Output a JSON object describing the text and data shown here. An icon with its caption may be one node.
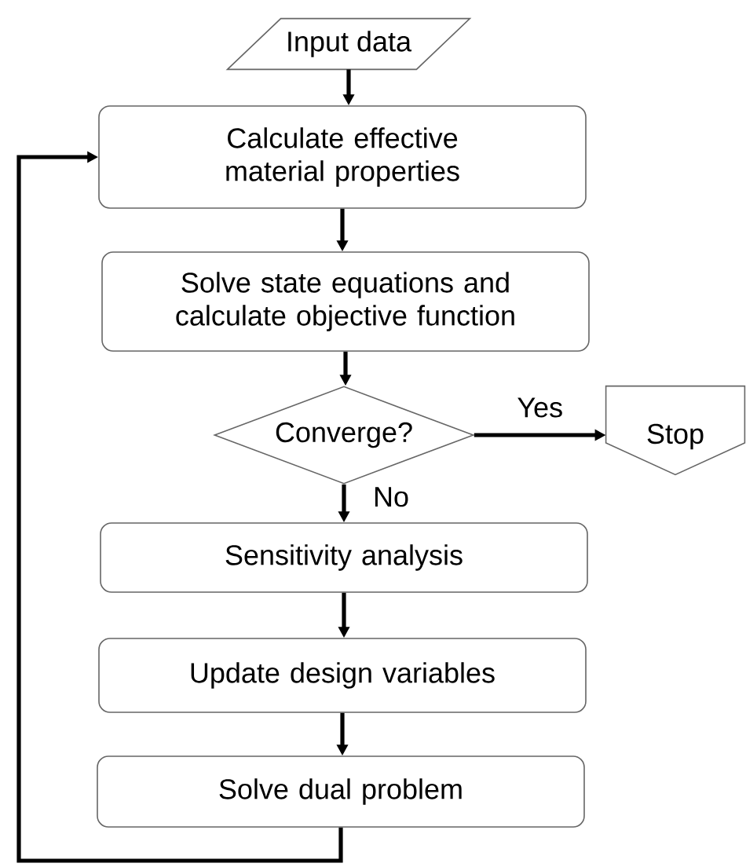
{
  "diagram": {
    "nodes": [
      {
        "text": [
          "Input data"
        ]
      },
      {
        "text": [
          "Calculate effective material properties"
        ]
      },
      {
        "text": [
          "Solve state equations and calculate objective function"
        ]
      },
      {
        "text": [
          "Converge?"
        ]
      },
      {
        "text": [
          "Stop"
        ]
      },
      {
        "text": [
          "Sensitivity analysis"
        ]
      },
      {
        "text": [
          "Update design variables"
        ]
      },
      {
        "text": [
          "Solve dual problem"
        ]
      }
    ],
    "edges": [
      {
        "from": 0,
        "to": 1,
        "arrow": "to"
      },
      {
        "from": 1,
        "to": 2,
        "arrow": "to"
      },
      {
        "from": 2,
        "to": 3,
        "arrow": "to"
      },
      {
        "from": 3,
        "to": 4,
        "arrow": "to",
        "label": "Yes"
      },
      {
        "from": 3,
        "to": 5,
        "arrow": "to",
        "label": "No"
      },
      {
        "from": 5,
        "to": 6,
        "arrow": "to"
      },
      {
        "from": 6,
        "to": 7,
        "arrow": "to"
      },
      {
        "from": 7,
        "to": 1,
        "arrow": "to"
      }
    ]
  }
}
